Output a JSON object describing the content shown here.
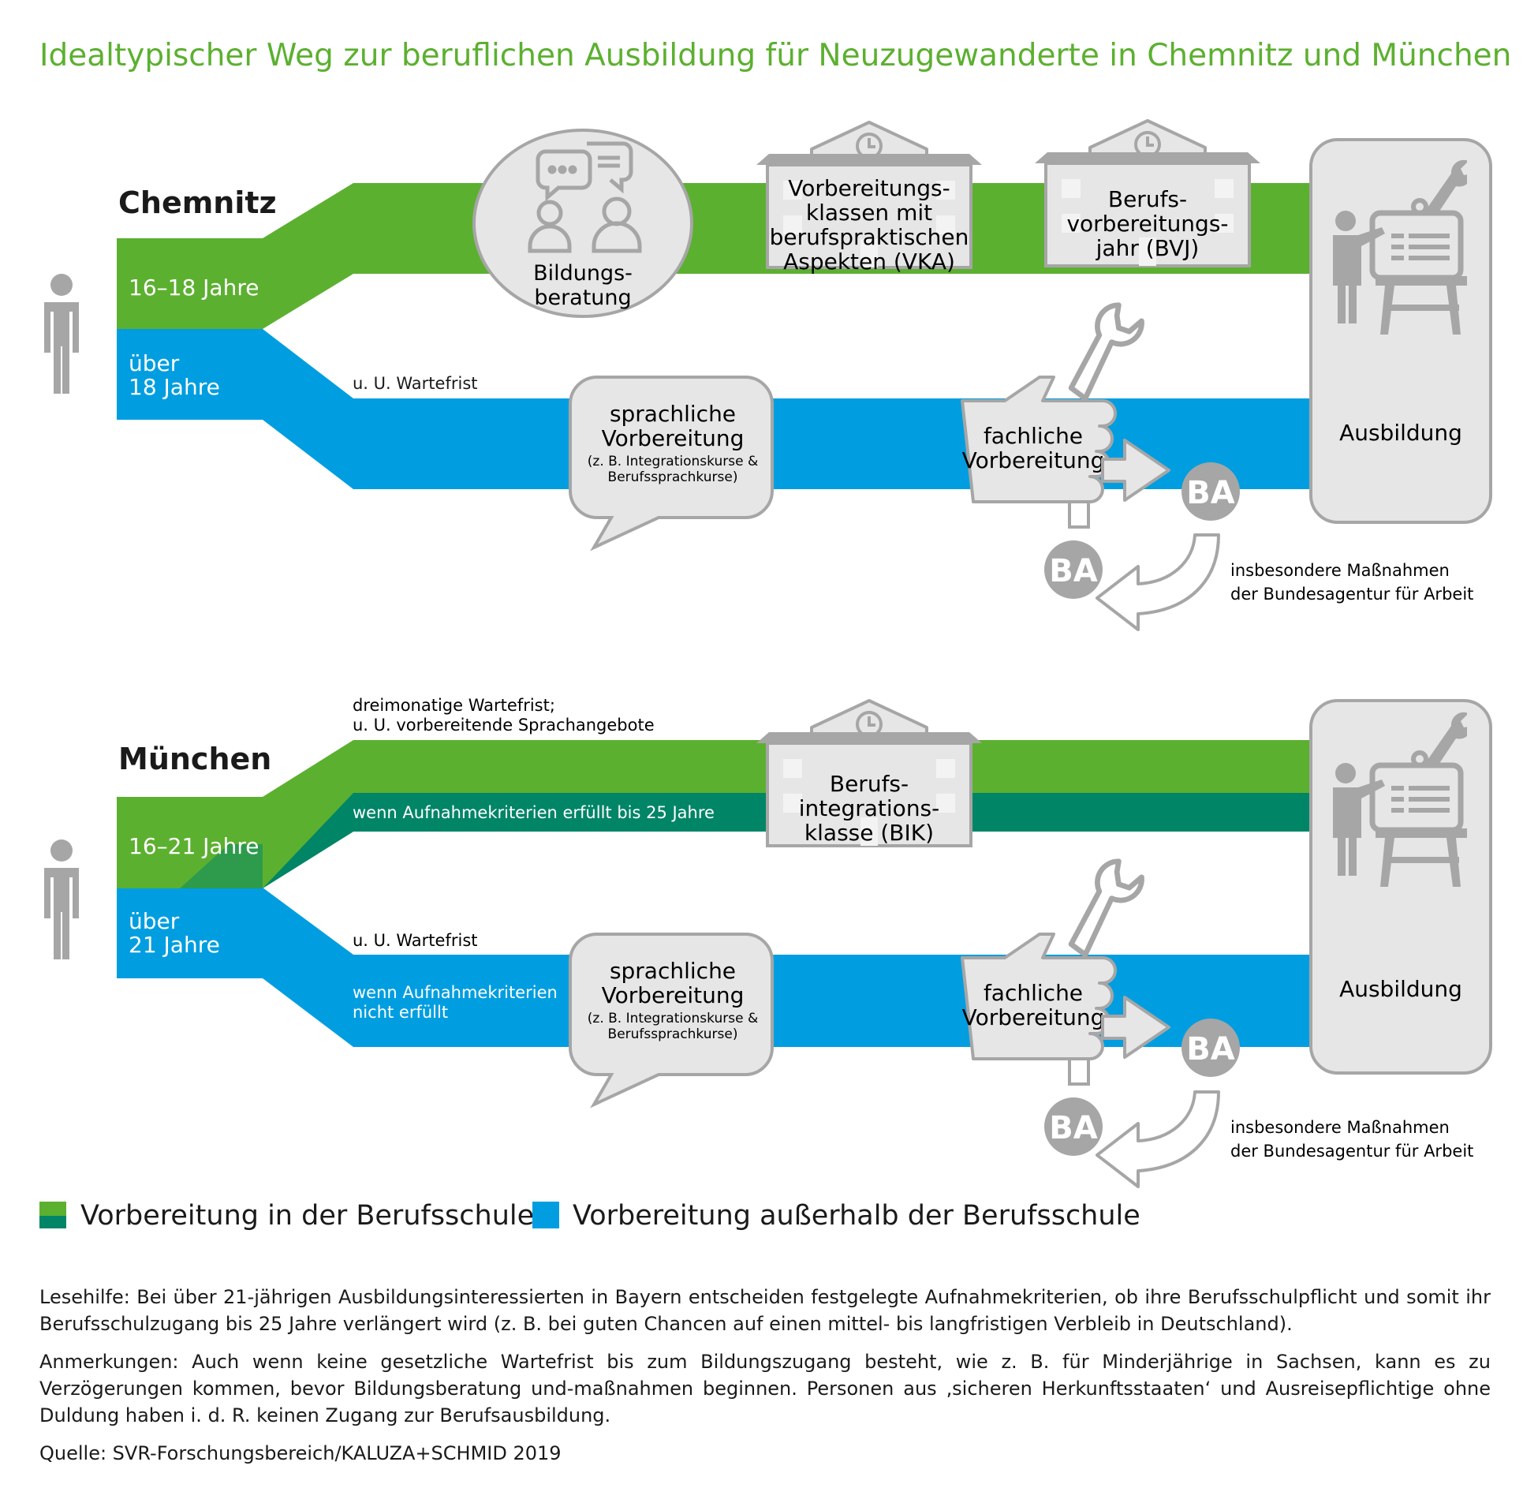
{
  "title": "Idealtypischer Weg zur beruflichen Ausbildung für Neuzugewanderte in Chemnitz und München",
  "colors": {
    "title_green": "#5cb030",
    "green": "#5cb030",
    "dark_green": "#008567",
    "blue": "#009ee0",
    "gray_fill": "#e6e6e6",
    "gray_stroke": "#a6a6a6",
    "icon_gray": "#a6a6a6"
  },
  "chemnitz": {
    "city": "Chemnitz",
    "age_young": "16–18 Jahre",
    "age_old_1": "über",
    "age_old_2": "18 Jahre",
    "wait_note": "u. U. Wartefrist",
    "beratung_1": "Bildungs-",
    "beratung_2": "beratung",
    "vka_1": "Vorbereitungs-",
    "vka_2": "klassen mit",
    "vka_3": "berufspraktischen",
    "vka_4": "Aspekten (VKA)",
    "bvj_1": "Berufs-",
    "bvj_2": "vorbereitungs-",
    "bvj_3": "jahr (BVJ)",
    "sprach_1": "sprachliche",
    "sprach_2": "Vorbereitung",
    "sprach_3": "(z. B. Integrationskurse &",
    "sprach_4": "Berufssprachkurse)",
    "fach_1": "fachliche",
    "fach_2": "Vorbereitung",
    "ba": "BA",
    "ba_note_1": "insbesondere Maßnahmen",
    "ba_note_2": "der Bundesagentur für Arbeit",
    "ausbildung": "Ausbildung",
    "person_icon": "person-icon",
    "school_icon": "school-building-icon",
    "chat_icon": "consultation-icon",
    "wrench_icon": "wrench-icon",
    "trainer_icon": "trainer-icon"
  },
  "muenchen": {
    "city": "München",
    "age_young": "16–21 Jahre",
    "age_old_1": "über",
    "age_old_2": "21 Jahre",
    "wait_top_1": "dreimonatige Wartefrist;",
    "wait_top_2": "u. U. vorbereitende Sprachangebote",
    "criteria_met": "wenn Aufnahmekriterien erfüllt bis 25 Jahre",
    "wait_note": "u. U. Wartefrist",
    "criteria_not_1": "wenn Aufnahmekriterien",
    "criteria_not_2": "nicht erfüllt",
    "bik_1": "Berufs-",
    "bik_2": "integrations-",
    "bik_3": "klasse (BIK)",
    "sprach_1": "sprachliche",
    "sprach_2": "Vorbereitung",
    "sprach_3": "(z. B. Integrationskurse &",
    "sprach_4": "Berufssprachkurse)",
    "fach_1": "fachliche",
    "fach_2": "Vorbereitung",
    "ba": "BA",
    "ba_note_1": "insbesondere Maßnahmen",
    "ba_note_2": "der Bundesagentur für Arbeit",
    "ausbildung": "Ausbildung"
  },
  "legend": {
    "school": "Vorbereitung in der Berufsschule",
    "outside": "Vorbereitung außerhalb der Berufsschule"
  },
  "notes": {
    "lesehilfe": "Lesehilfe: Bei über 21-jährigen Ausbildungsinteressierten in Bayern entscheiden festgelegte Aufnahmekriterien, ob ihre Berufsschulpflicht und somit ihr Berufsschulzugang bis 25 Jahre verlängert wird (z. B. bei guten Chancen auf einen mittel- bis langfristigen Verbleib in Deutschland).",
    "anmerkungen": "Anmerkungen: Auch wenn keine gesetzliche Wartefrist bis zum Bildungszugang besteht, wie z. B. für Minderjährige in Sachsen, kann es zu Verzögerungen kommen, bevor Bildungsberatung und-maßnahmen beginnen. Personen aus ‚sicheren Herkunftsstaaten‘ und Ausreisepflichtige ohne Duldung haben i. d. R. keinen Zugang zur Berufsausbildung.",
    "quelle": "Quelle: SVR-Forschungsbereich/KALUZA+SCHMID 2019"
  }
}
